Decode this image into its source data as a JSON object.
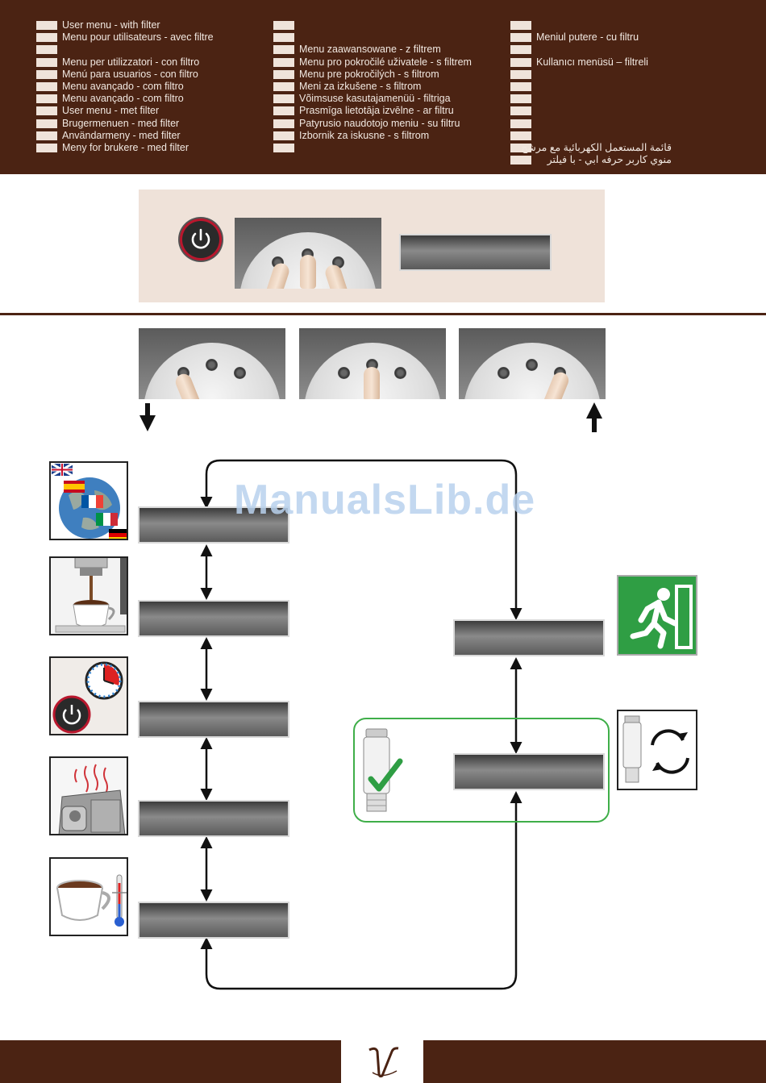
{
  "header": {
    "col1": [
      "User menu - with filter",
      "Menu pour utilisateurs - avec filtre",
      "",
      "Menu per utilizzatori - con filtro",
      "Menú para usuarios - con filtro",
      "Menu avançado - com filtro",
      "Menu avançado - com filtro",
      "User menu - met filter",
      "Brugermenuen - med filter",
      "Användarmeny - med filter",
      "Meny for brukere - med filter"
    ],
    "col2": [
      "",
      "",
      "Menu zaawansowane - z filtrem",
      "Menu pro pokročilé uživatele - s filtrem",
      "Menu pre pokročilých - s filtrom",
      "Meni za izkušene - s filtrom",
      "Võimsuse kasutajamenüü - filtriga",
      "Prasmīga lietotāja izvēlne - ar filtru",
      "Patyrusio naudotojo meniu - su filtru",
      "Izbornik za iskusne - s filtrom",
      ""
    ],
    "col3": [
      "",
      "Meniul putere - cu filtru",
      "",
      "Kullanıcı menüsü – filtreli",
      "",
      "",
      "",
      "",
      "",
      "",
      "قائمة المستعمل الكهربائية   مع مرشح",
      "منوي كاربر حرفه ابي - با فيلتر"
    ]
  },
  "watermark": "ManualsLib.de",
  "icons": {
    "languages": "globe-flags-icon",
    "coffee": "coffee-dispense-icon",
    "auto_off": "power-clock-icon",
    "descale": "machine-steam-icon",
    "temperature": "cup-thermometer-icon",
    "exit": "exit-sign-icon",
    "filter_ok": "filter-check-icon",
    "filter_change": "filter-change-icon"
  },
  "colors": {
    "brand_brown": "#4b2313",
    "panel_beige": "#efe2d9",
    "power_red": "#b9172d",
    "exit_green": "#2f9e44",
    "check_green": "#3fae49"
  }
}
